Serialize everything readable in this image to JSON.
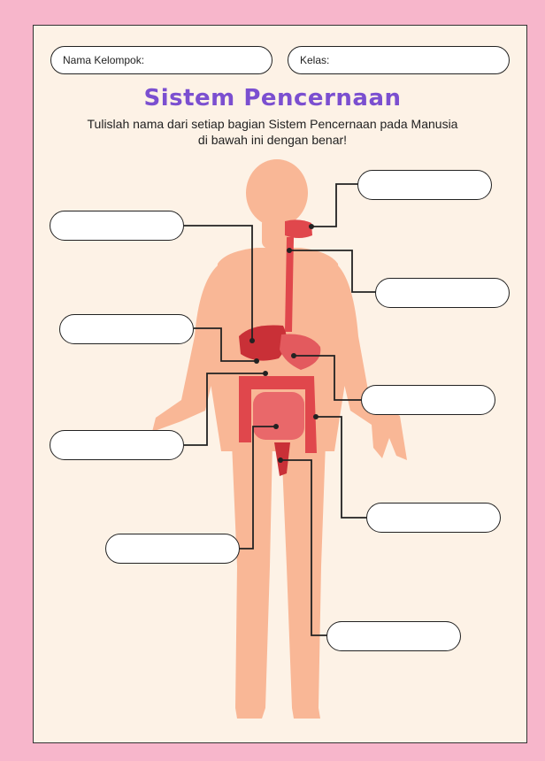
{
  "header": {
    "group_name_label": "Nama Kelompok:",
    "class_label": "Kelas:"
  },
  "title": "Sistem Pencernaan",
  "instruction_line1": "Tulislah nama dari setiap bagian Sistem Pencernaan pada Manusia",
  "instruction_line2": "di bawah ini dengan benar!",
  "answer_boxes": [
    {
      "value": ""
    },
    {
      "value": ""
    },
    {
      "value": ""
    },
    {
      "value": ""
    },
    {
      "value": ""
    },
    {
      "value": ""
    },
    {
      "value": ""
    },
    {
      "value": ""
    },
    {
      "value": ""
    }
  ],
  "colors": {
    "border": "#f7b6cb",
    "paper": "#fdf2e6",
    "title": "#7b4fd0",
    "body": "#f9b796",
    "organs": "#e0474c"
  }
}
